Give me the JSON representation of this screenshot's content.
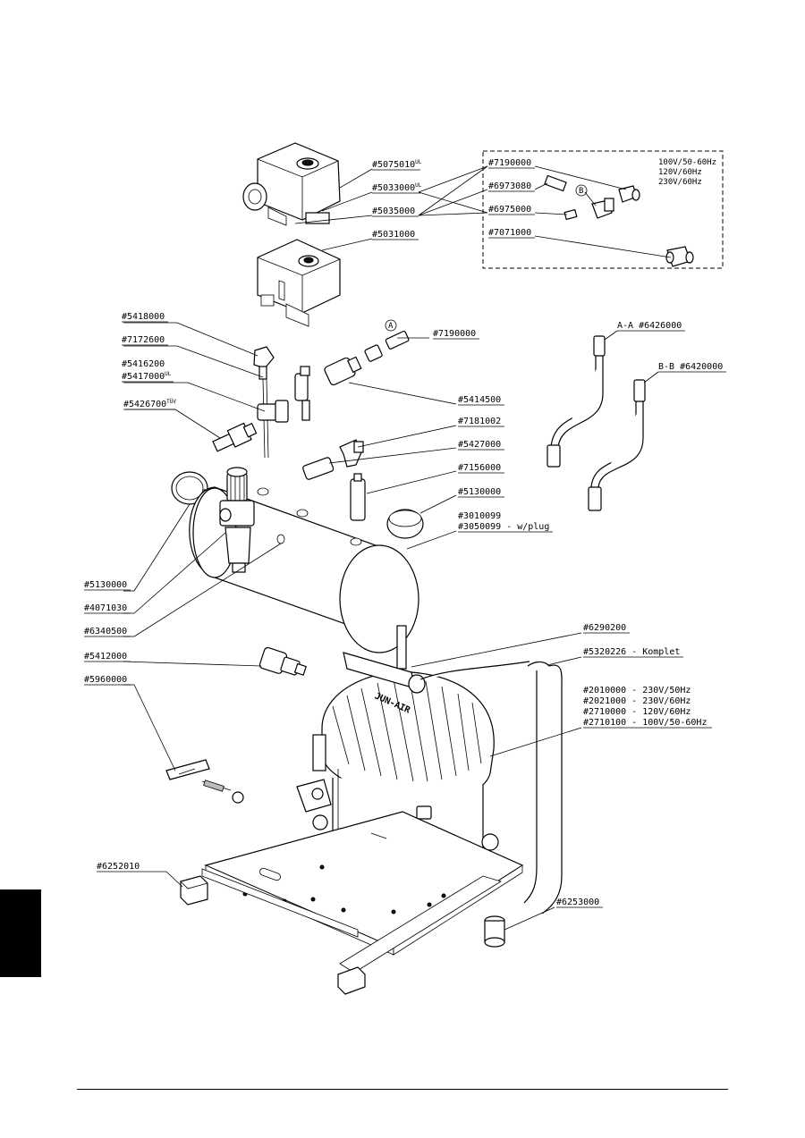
{
  "callouts": {
    "p5075010": "#5075010",
    "p5075010_sup": "UL",
    "p5033000": "#5033000",
    "p5033000_sup": "UL",
    "p5035000": "#5035000",
    "p5031000": "#5031000",
    "p7190000_top": "#7190000",
    "p6973080": "#6973080",
    "p6975000": "#6975000",
    "p7071000": "#7071000",
    "p5418000": "#5418000",
    "p7172600": "#7172600",
    "p5416200": "#5416200",
    "p5417000": "#5417000",
    "p5417000_sup": "UL",
    "p5426700": "#5426700",
    "p5426700_sup": "TÜV",
    "p7190000_mid": "#7190000",
    "p5414500": "#5414500",
    "p7181002": "#7181002",
    "p5427000": "#5427000",
    "p7156000": "#7156000",
    "p5130000_right": "#5130000",
    "p3010099": "#3010099",
    "p3050099": "#3050099 - w/plug",
    "p5130000_left": "#5130000",
    "p4071030": "#4071030",
    "p6340500": "#6340500",
    "p6290200": "#6290200",
    "p5320226": "#5320226 - Komplet",
    "p5412000": "#5412000",
    "p5960000": "#5960000",
    "p2010000": "#2010000 - 230V/50Hz",
    "p2021000": "#2021000 - 230V/60Hz",
    "p2710000": "#2710000 - 120V/60Hz",
    "p2710100": "#2710100 - 100V/50-60Hz",
    "p6252010": "#6252010",
    "p6253000": "#6253000",
    "p6426000": "A-A #6426000",
    "p6420000": "B-B #6420000"
  },
  "voltage_box": {
    "line1": "100V/50-60Hz",
    "line2": "120V/60Hz",
    "line3": "230V/60Hz"
  },
  "markers": {
    "a_top": "A",
    "a_bottom": "A",
    "b": "B"
  },
  "logo_text": "JUN-AIR"
}
